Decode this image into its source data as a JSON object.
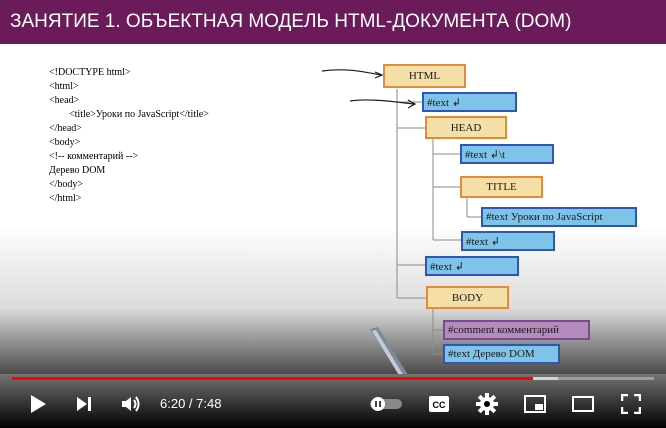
{
  "slide": {
    "title": "ЗАНЯТИЕ 1. ОБЪЕКТНАЯ МОДЕЛЬ HTML-ДОКУМЕНТА (DOM)",
    "code_lines": [
      "<!DOCTYPE html>",
      "<html>",
      "<head>",
      "        <title>Уроки по JavaScript</title>",
      "</head>",
      "<body>",
      "<!-- комментарий -->",
      "Дерево DOM",
      "</body>",
      "</html>"
    ],
    "tree": {
      "html": "HTML",
      "text1": "#text  ↲",
      "head": "HEAD",
      "text2": "#text  ↲\\t",
      "title": "TITLE",
      "text3": "#text   Уроки по JavaScript",
      "text4": "#text  ↲",
      "text5": "#text  ↲",
      "body": "BODY",
      "comment": "#comment   комментарий",
      "text6": "#text Дерево DOM"
    }
  },
  "player": {
    "current_time": "6:20",
    "separator": " / ",
    "duration": "7:48",
    "progress": 0.812,
    "buffered": 0.85,
    "accent": "#ff0000",
    "icons": [
      "play-icon",
      "next-icon",
      "volume-icon",
      "autoplay-toggle-icon",
      "subtitles-icon",
      "settings-icon",
      "miniplayer-icon",
      "theater-icon",
      "fullscreen-icon"
    ],
    "cc_label": "CC"
  }
}
